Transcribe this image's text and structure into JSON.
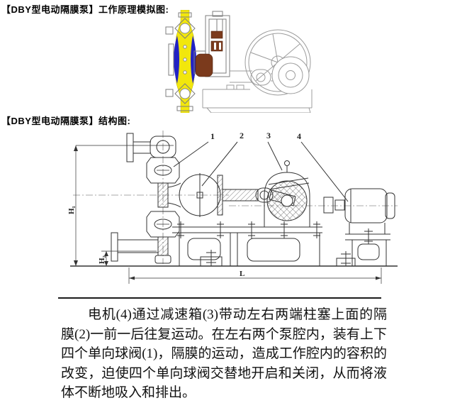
{
  "headings": {
    "principle": "【DBY型电动隔膜泵】工作原理模拟图:",
    "structure": "【DBY型电动隔膜泵】结构图:"
  },
  "description": {
    "text": "电机(4)通过减速箱(3)带动左右两端柱塞上面的隔膜(2)一前一后往复运动。在左右两个泵腔内，装有上下四个单向球阀(1)，隔膜的运动，造成工作腔内的容积的改变，迫使四个单向球阀交替地开启和关闭，从而将液体不断地吸入和排出。"
  },
  "structure_diagram": {
    "part_labels": [
      "1",
      "2",
      "3",
      "4"
    ],
    "dim_h1": "H₁",
    "dim_h2": "H₂",
    "dim_l": "L"
  },
  "colors": {
    "fluid_yellow": "#f2e70c",
    "diaphragm_blue": "#2222c4",
    "piston_brown": "#7b3a1c",
    "machine_gray": "#9c9c9c",
    "drawing_ink": "#333333"
  }
}
